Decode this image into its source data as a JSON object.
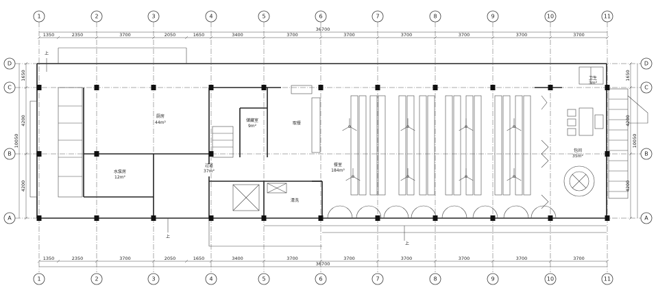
{
  "axes": {
    "vertical": [
      "1",
      "2",
      "3",
      "4",
      "5",
      "6",
      "7",
      "8",
      "9",
      "10",
      "11"
    ],
    "horizontal": [
      "D",
      "C",
      "B",
      "A"
    ]
  },
  "dimensions": {
    "top_segments": [
      "1350",
      "2350",
      "3700",
      "2050",
      "1650",
      "3400",
      "3700",
      "3700",
      "3700",
      "3700",
      "3700",
      "3700"
    ],
    "bottom_segments": [
      "1350",
      "2350",
      "3700",
      "2050",
      "1650",
      "3400",
      "3700",
      "3700",
      "3700",
      "3700",
      "3700",
      "3700"
    ],
    "total_top": "36700",
    "total_bottom": "36700",
    "left_segments": [
      "1650",
      "4200",
      "4200"
    ],
    "left_total": "10050",
    "right_segments": [
      "1650",
      "4200",
      "4200"
    ],
    "right_total": "10050"
  },
  "rooms": {
    "kitchen": "厨房",
    "kitchen_area": "44m²",
    "storage": "储藏室",
    "storage_area": "9m²",
    "pickup": "取餐",
    "pump_room": "水泵房",
    "pump_area": "12m²",
    "passage": "过道",
    "passage_area": "37m²",
    "dining": "餐室",
    "dining_area": "184m²",
    "wash": "清洗",
    "private_room": "包间",
    "private_area": "35m²",
    "toilet": "卫生",
    "toilet_area": "3m²"
  },
  "markers": {
    "up": "上"
  },
  "colors": {
    "line": "#222222",
    "background": "#ffffff"
  }
}
